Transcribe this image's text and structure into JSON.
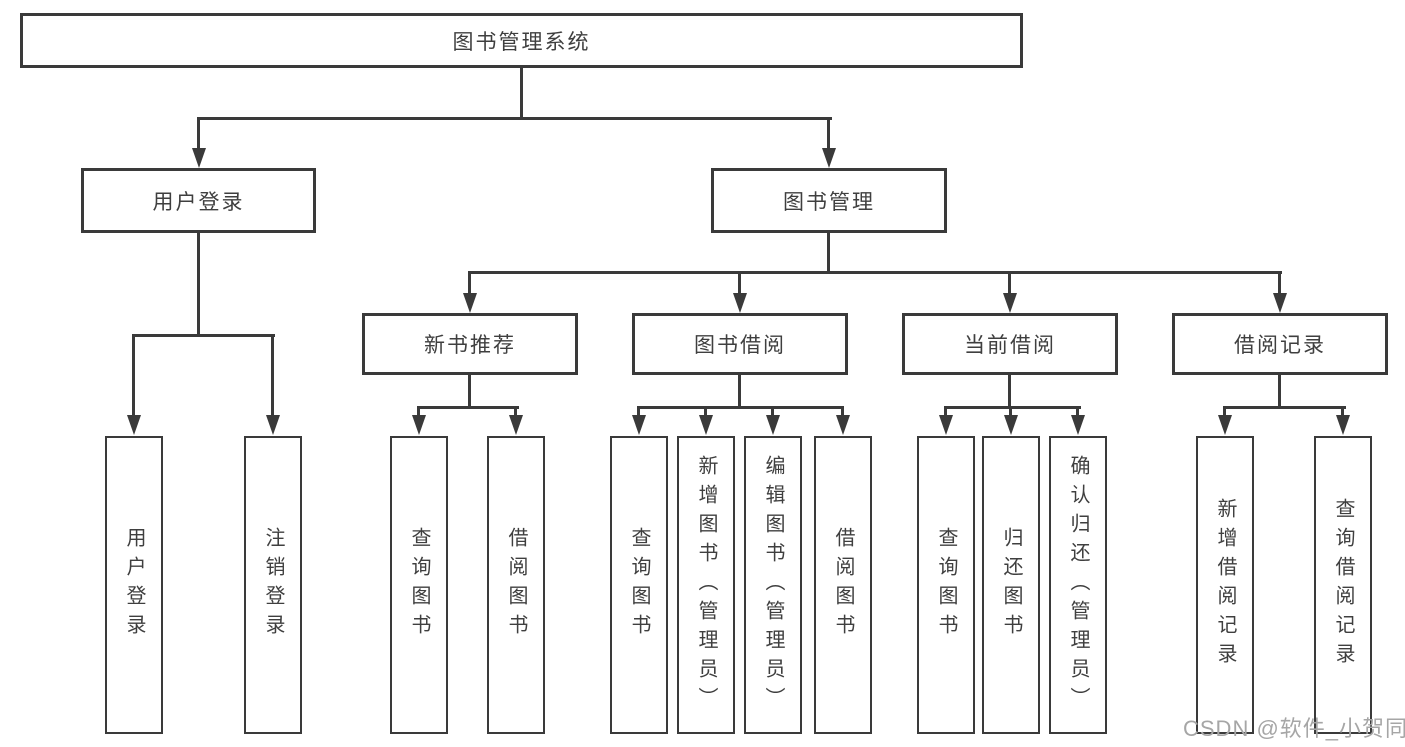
{
  "tree": {
    "root": {
      "label": "图书管理系统",
      "children": [
        {
          "label": "用户登录",
          "children": [
            {
              "label": "用户登录"
            },
            {
              "label": "注销登录"
            }
          ]
        },
        {
          "label": "图书管理",
          "children": [
            {
              "label": "新书推荐",
              "children": [
                {
                  "label": "查询图书"
                },
                {
                  "label": "借阅图书"
                }
              ]
            },
            {
              "label": "图书借阅",
              "children": [
                {
                  "label": "查询图书"
                },
                {
                  "label": "新增图书（管理员）"
                },
                {
                  "label": "编辑图书（管理员）"
                },
                {
                  "label": "借阅图书"
                }
              ]
            },
            {
              "label": "当前借阅",
              "children": [
                {
                  "label": "查询图书"
                },
                {
                  "label": "归还图书"
                },
                {
                  "label": "确认归还（管理员）"
                }
              ]
            },
            {
              "label": "借阅记录",
              "children": [
                {
                  "label": "新增借阅记录"
                },
                {
                  "label": "查询借阅记录"
                }
              ]
            }
          ]
        }
      ]
    }
  },
  "watermark": {
    "text": "CSDN @软件_小贺同学"
  },
  "colors": {
    "line": "#3a3a3a",
    "text": "#3f3f3f",
    "watermark": "#a6a6a6",
    "background": "#ffffff"
  }
}
